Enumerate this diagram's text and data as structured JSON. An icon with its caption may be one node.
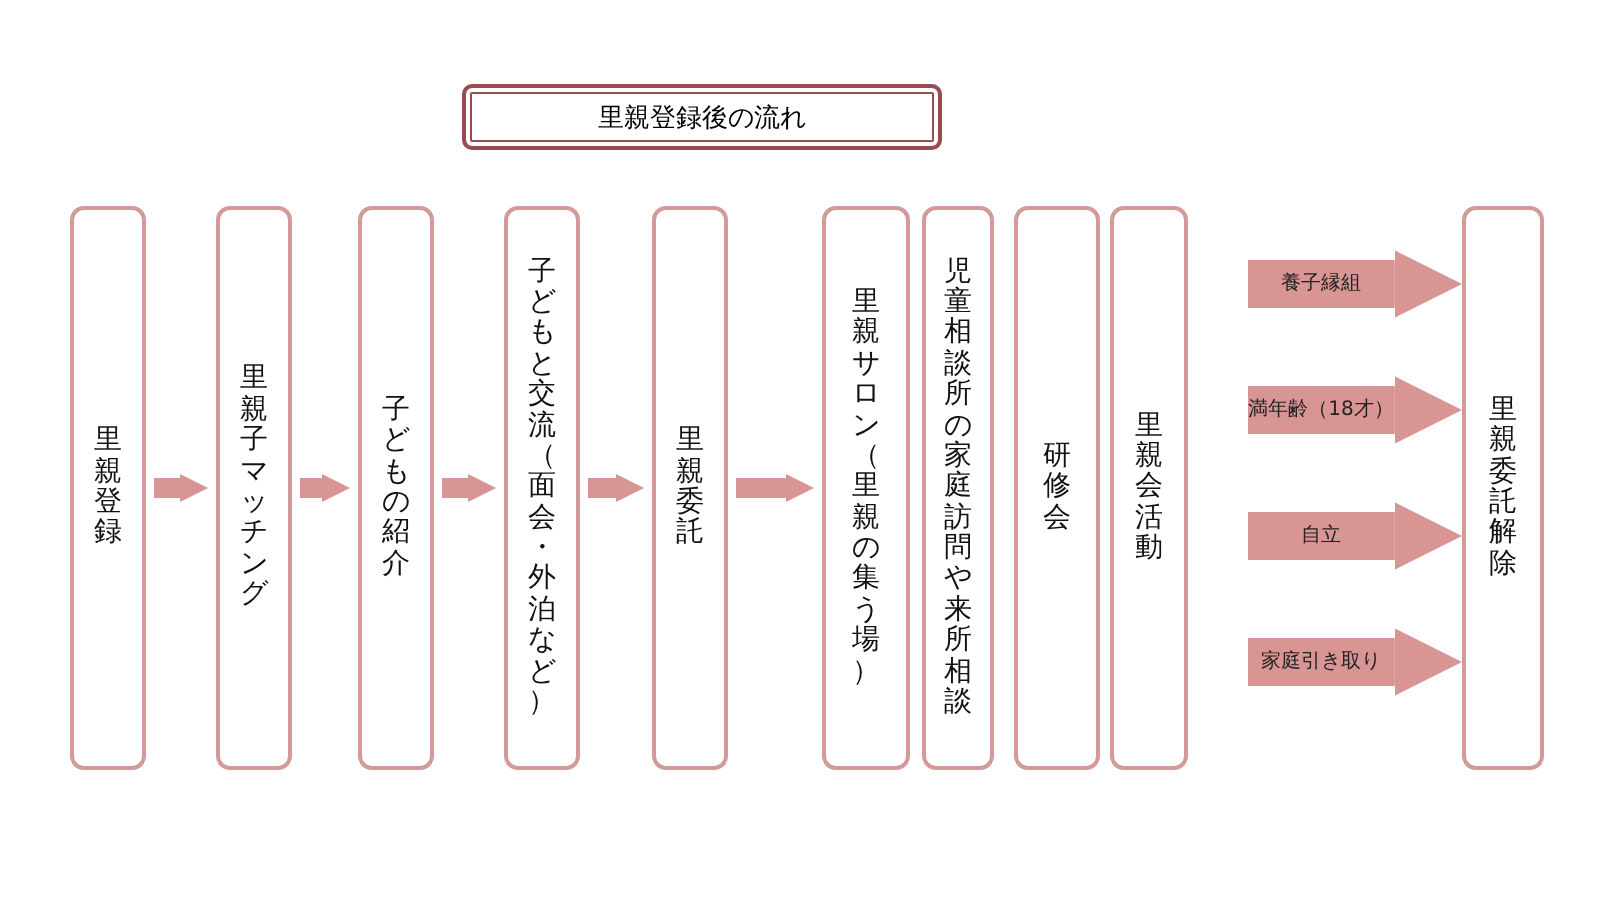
{
  "diagram": {
    "title": "里親登録後の流れ",
    "nodes": [
      {
        "text": [
          "里親登録"
        ]
      },
      {
        "text": [
          "里親子マッチング"
        ]
      },
      {
        "text": [
          "子どもの紹介"
        ]
      },
      {
        "text": [
          "子どもと交流（面会・外泊など）"
        ]
      },
      {
        "text": [
          "里親委託"
        ]
      },
      {
        "text": [
          "里親サロン（里親の集う場）"
        ]
      },
      {
        "text": [
          "児童相談所の家庭訪問や来所相談"
        ]
      },
      {
        "text": [
          "研修会"
        ]
      },
      {
        "text": [
          "里親会活動"
        ]
      },
      {
        "text": [
          "里親委託解除"
        ]
      }
    ],
    "edges": [
      {
        "from": 0,
        "to": 1,
        "arrow": "to"
      },
      {
        "from": 1,
        "to": 2,
        "arrow": "to"
      },
      {
        "from": 2,
        "to": 3,
        "arrow": "to"
      },
      {
        "from": 3,
        "to": 4,
        "arrow": "to"
      },
      {
        "from": 4,
        "to": 5,
        "arrow": "to"
      },
      {
        "from": null,
        "to": 9,
        "arrow": "to",
        "label": "養子縁組",
        "style": "thick"
      },
      {
        "from": null,
        "to": 9,
        "arrow": "to",
        "label": "満年齢（18才）",
        "style": "thick"
      },
      {
        "from": null,
        "to": 9,
        "arrow": "to",
        "label": "自立",
        "style": "thick"
      },
      {
        "from": null,
        "to": 9,
        "arrow": "to",
        "label": "家庭引き取り",
        "style": "thick"
      }
    ]
  }
}
